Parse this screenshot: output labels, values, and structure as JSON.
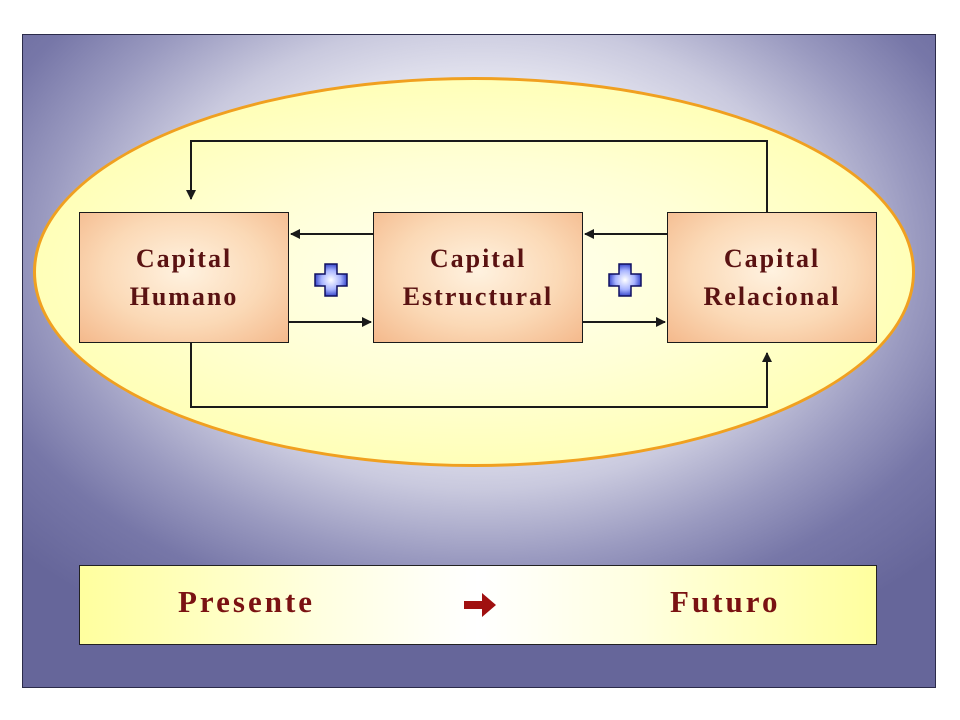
{
  "diagram": {
    "boxes": [
      {
        "id": "humano",
        "line1": "Capital",
        "line2": "Humano"
      },
      {
        "id": "estructural",
        "line1": "Capital",
        "line2": "Estructural"
      },
      {
        "id": "relacional",
        "line1": "Capital",
        "line2": "Relacional"
      }
    ],
    "plus_icons": [
      "plus-icon",
      "plus-icon"
    ],
    "colors": {
      "background": "#66669a",
      "ellipse_fill": "#ffff9c",
      "ellipse_border": "#f0a020",
      "box_fill": "#f4b98c",
      "text": "#5a1212",
      "arrow": "#1a1a1a",
      "timeline_arrow": "#a01010"
    }
  },
  "timeline": {
    "start": "Presente",
    "arrow_icon": "right-arrow-icon",
    "end": "Futuro"
  }
}
